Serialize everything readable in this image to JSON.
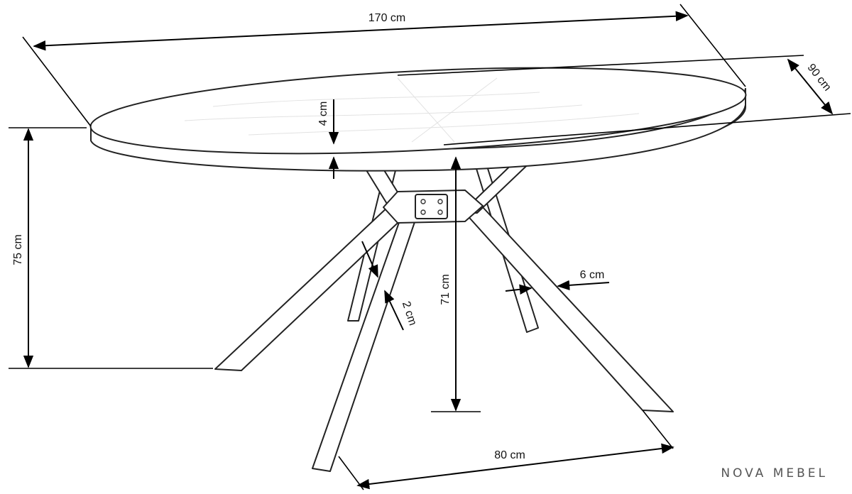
{
  "diagram": {
    "dimensions": {
      "length": "170 cm",
      "width": "90 cm",
      "top_thickness": "4 cm",
      "total_height": "75 cm",
      "leg_height": "71 cm",
      "leg_thickness": "2 cm",
      "leg_width": "6 cm",
      "leg_spread": "80 cm"
    },
    "brand": "NOVA MEBEL",
    "colors": {
      "line": "#000000",
      "outline": "#222222",
      "brand": "#555555",
      "background": "#ffffff"
    }
  }
}
